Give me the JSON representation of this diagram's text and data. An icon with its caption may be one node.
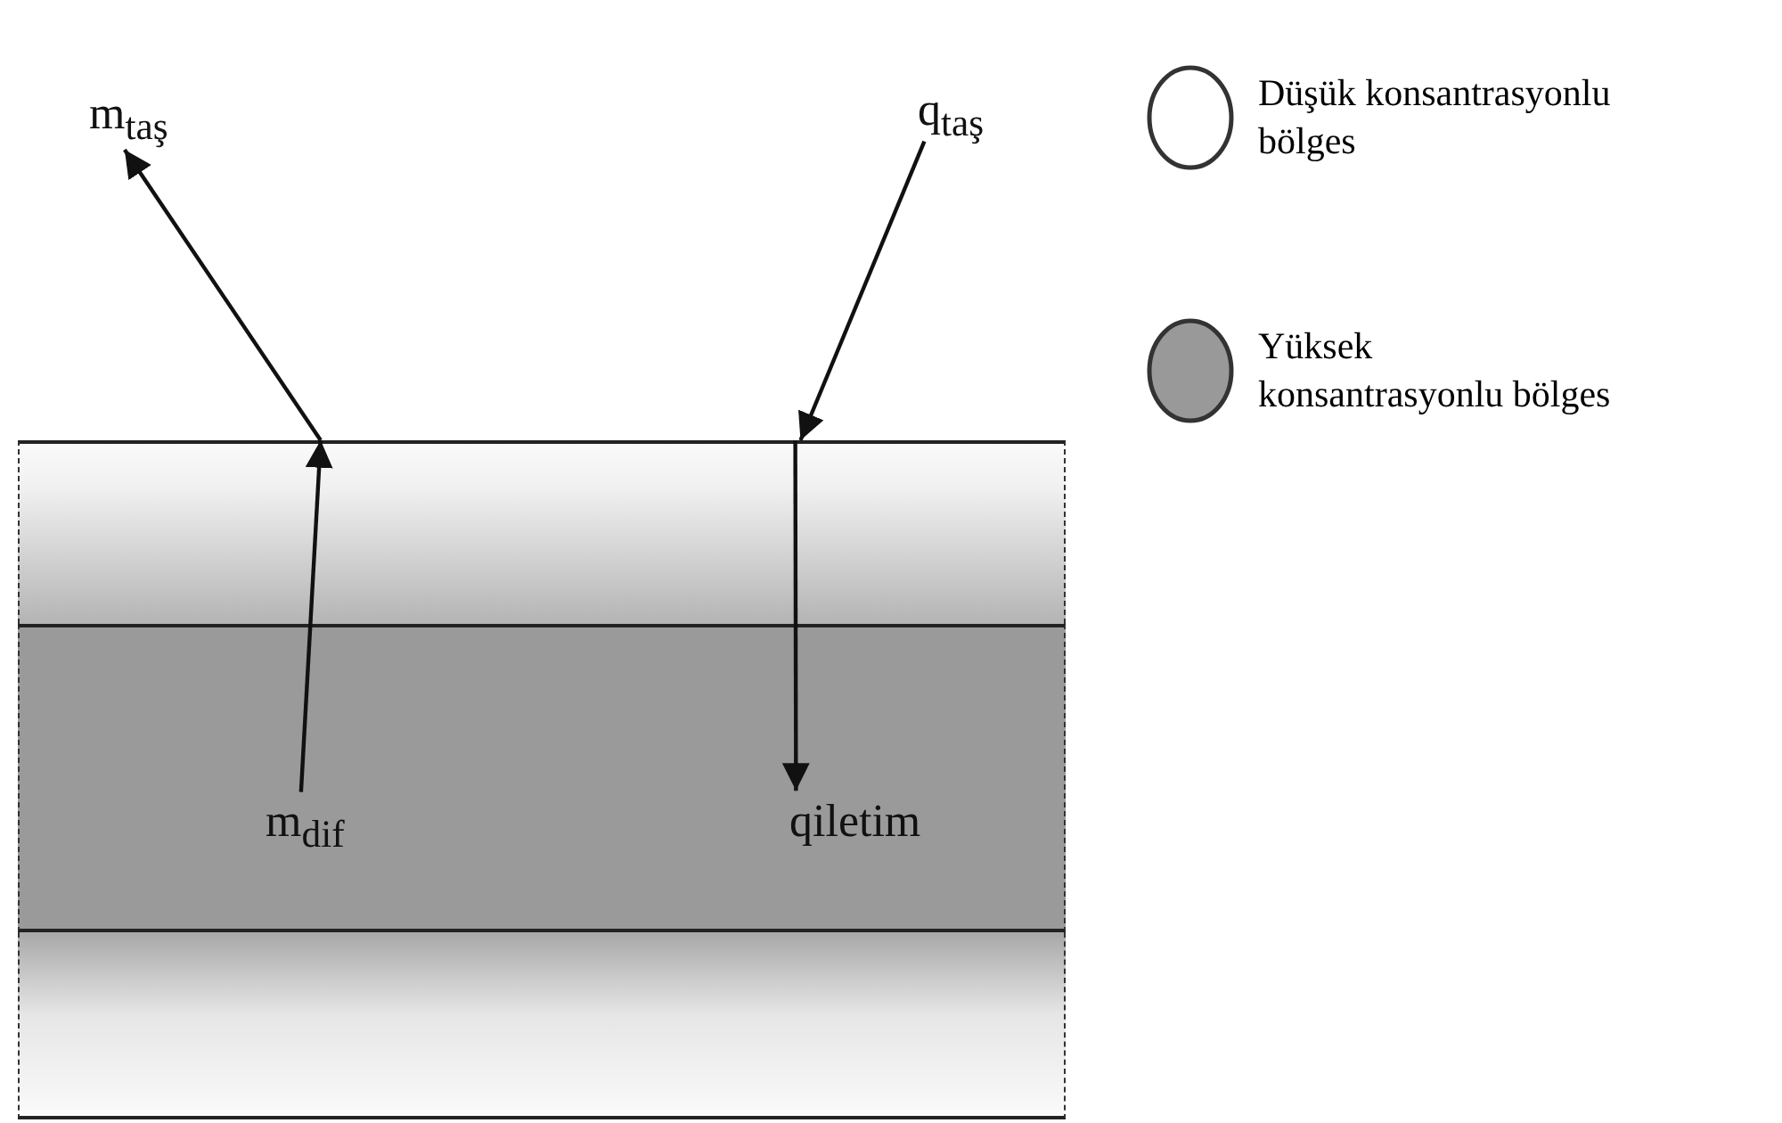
{
  "diagram": {
    "nodes": [
      {
        "text": [
          "m$_{taş}$"
        ]
      },
      {
        "text": [
          "q$_{taş}$"
        ]
      },
      {
        "text": [],
        "shape": "band"
      },
      {
        "text": [],
        "shape": "band"
      },
      {
        "text": [
          "m$_{dif}$"
        ],
        "in": 3
      },
      {
        "text": [
          "qiletim"
        ],
        "in": 3
      },
      {
        "text": [],
        "shape": "band"
      }
    ],
    "edges": [
      {
        "from": 2,
        "to": 0,
        "arrow": "to"
      },
      {
        "from": 1,
        "to": 2,
        "arrow": "to"
      },
      {
        "from": 4,
        "to": 2,
        "arrow": "to"
      },
      {
        "from": 2,
        "to": 5,
        "arrow": "to"
      }
    ],
    "legend": [
      {
        "text": "Düşük konsantrasyonlu bölges",
        "color": "#ffffff"
      },
      {
        "text": "Yüksek konsantrasyonlu bölges",
        "color": "#999999"
      }
    ]
  }
}
